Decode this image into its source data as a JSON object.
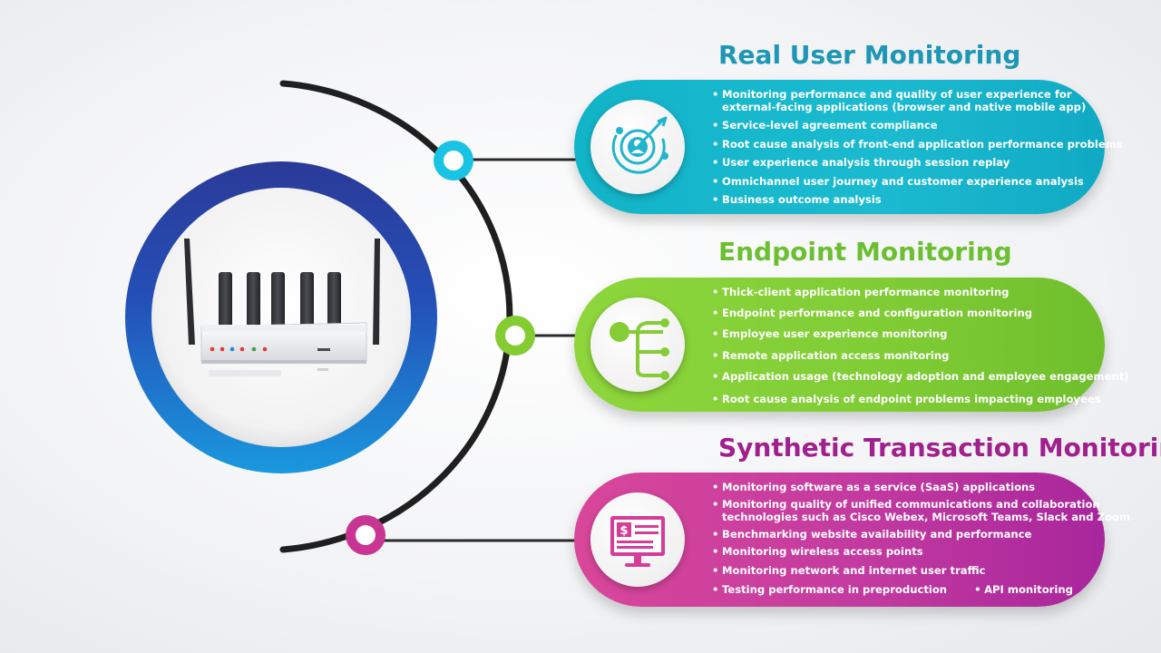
{
  "sections": [
    {
      "id": "rum",
      "title": "Real User Monitoring",
      "color": "#1d97b5",
      "accent": "#12b4c8",
      "icon": "user-target-icon",
      "bullets": [
        "Monitoring performance and quality of user experience for",
        "external-facing applications (browser and native mobile app)",
        "Service-level agreement compliance",
        "Root cause analysis of front-end application performance problems",
        "User experience analysis through session replay",
        "Omnichannel user journey and customer experience analysis",
        "Business outcome analysis"
      ]
    },
    {
      "id": "epm",
      "title": "Endpoint Monitoring",
      "color": "#6bbf31",
      "accent": "#8ed63c",
      "icon": "branch-network-icon",
      "bullets": [
        "Thick-client application performance monitoring",
        "Endpoint performance and configuration monitoring",
        "Employee user experience monitoring",
        "Remote application access monitoring",
        "Application usage (technology adoption and employee engagement)",
        "Root cause analysis of endpoint problems impacting employees"
      ]
    },
    {
      "id": "stm",
      "title": "Synthetic Transaction Monitoring",
      "color": "#a0208e",
      "accent": "#d9479a",
      "icon": "dollar-monitor-icon",
      "bullets": [
        "Monitoring software as a service (SaaS) applications",
        "Monitoring quality of unified communications and collaboration",
        "technologies such as Cisco Webex, Microsoft Teams, Slack and Zoom",
        "Benchmarking website availability and performance",
        "Monitoring wireless access points",
        "Monitoring network and internet user traffic",
        "Testing performance in preproduction",
        "API monitoring"
      ]
    }
  ],
  "device": {
    "icon": "wireless-router-image",
    "ring_colors": [
      "#2a3f9e",
      "#1a8fdc"
    ]
  },
  "connector_colors": [
    "#19c3e3",
    "#85cb32",
    "#c83592"
  ]
}
